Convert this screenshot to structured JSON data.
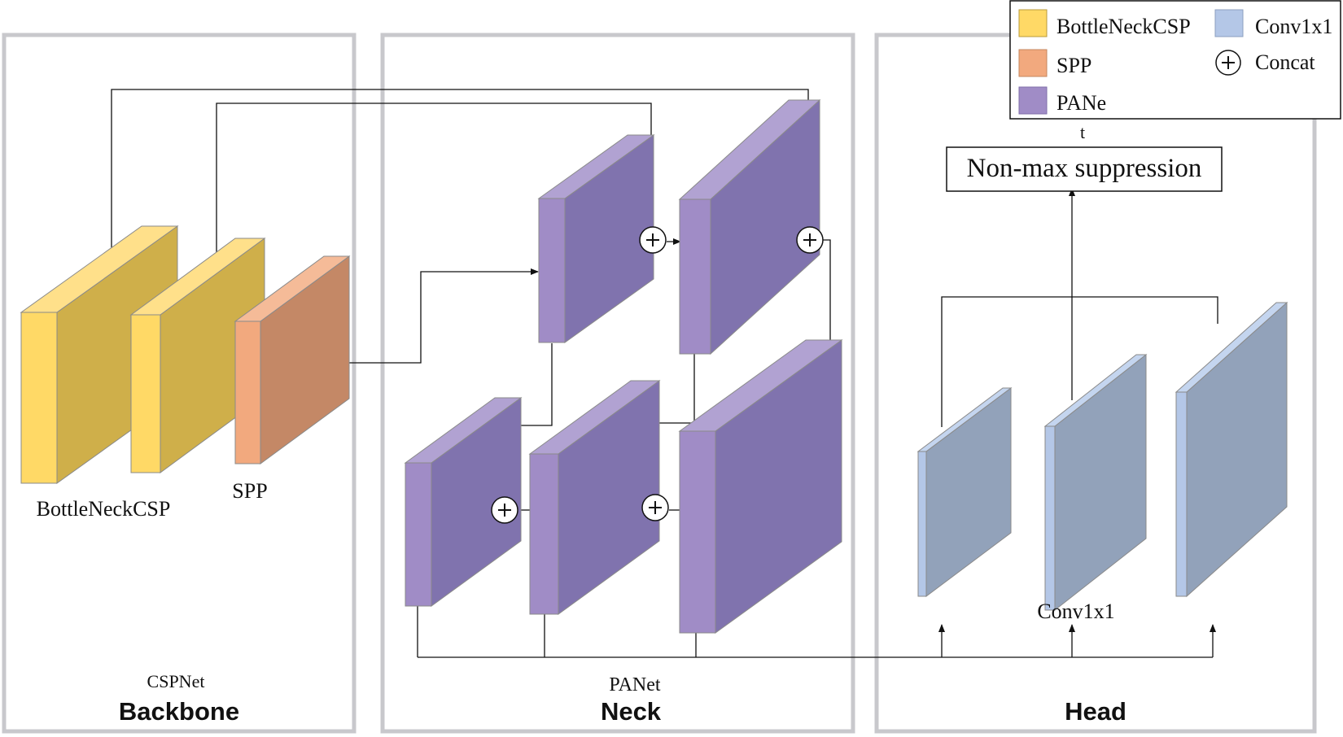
{
  "panels": {
    "backbone": {
      "title": "Backbone",
      "subtitle": "CSPNet"
    },
    "neck": {
      "title": "Neck",
      "subtitle": "PANet"
    },
    "head": {
      "title": "Head"
    }
  },
  "labels": {
    "bottleneck": "BottleNeckCSP",
    "spp": "SPP",
    "conv": "Conv1x1",
    "nms": "Non-max suppression",
    "stray_t": "t"
  },
  "legend": {
    "items": [
      {
        "label": "BottleNeckCSP",
        "icon": "yellow-swatch"
      },
      {
        "label": "Conv1x1",
        "icon": "blue-swatch"
      },
      {
        "label": "SPP",
        "icon": "orange-swatch"
      },
      {
        "label": "Concat",
        "icon": "concat-icon"
      },
      {
        "label": "PANe",
        "icon": "purple-swatch"
      }
    ]
  },
  "colors": {
    "panel_border": "#c8c8cc",
    "bottleneck_front": "#ffd966",
    "bottleneck_side": "#cfaf4a",
    "bottleneck_top": "#ffe08a",
    "spp_front": "#f2a97e",
    "spp_side": "#c48866",
    "spp_top": "#f5bb98",
    "pan_front": "#a08cc6",
    "pan_side": "#8073ae",
    "pan_top": "#b1a2d2",
    "conv_front": "#b4c7e7",
    "conv_side": "#92a2ba",
    "conv_top": "#c4d5ef"
  }
}
